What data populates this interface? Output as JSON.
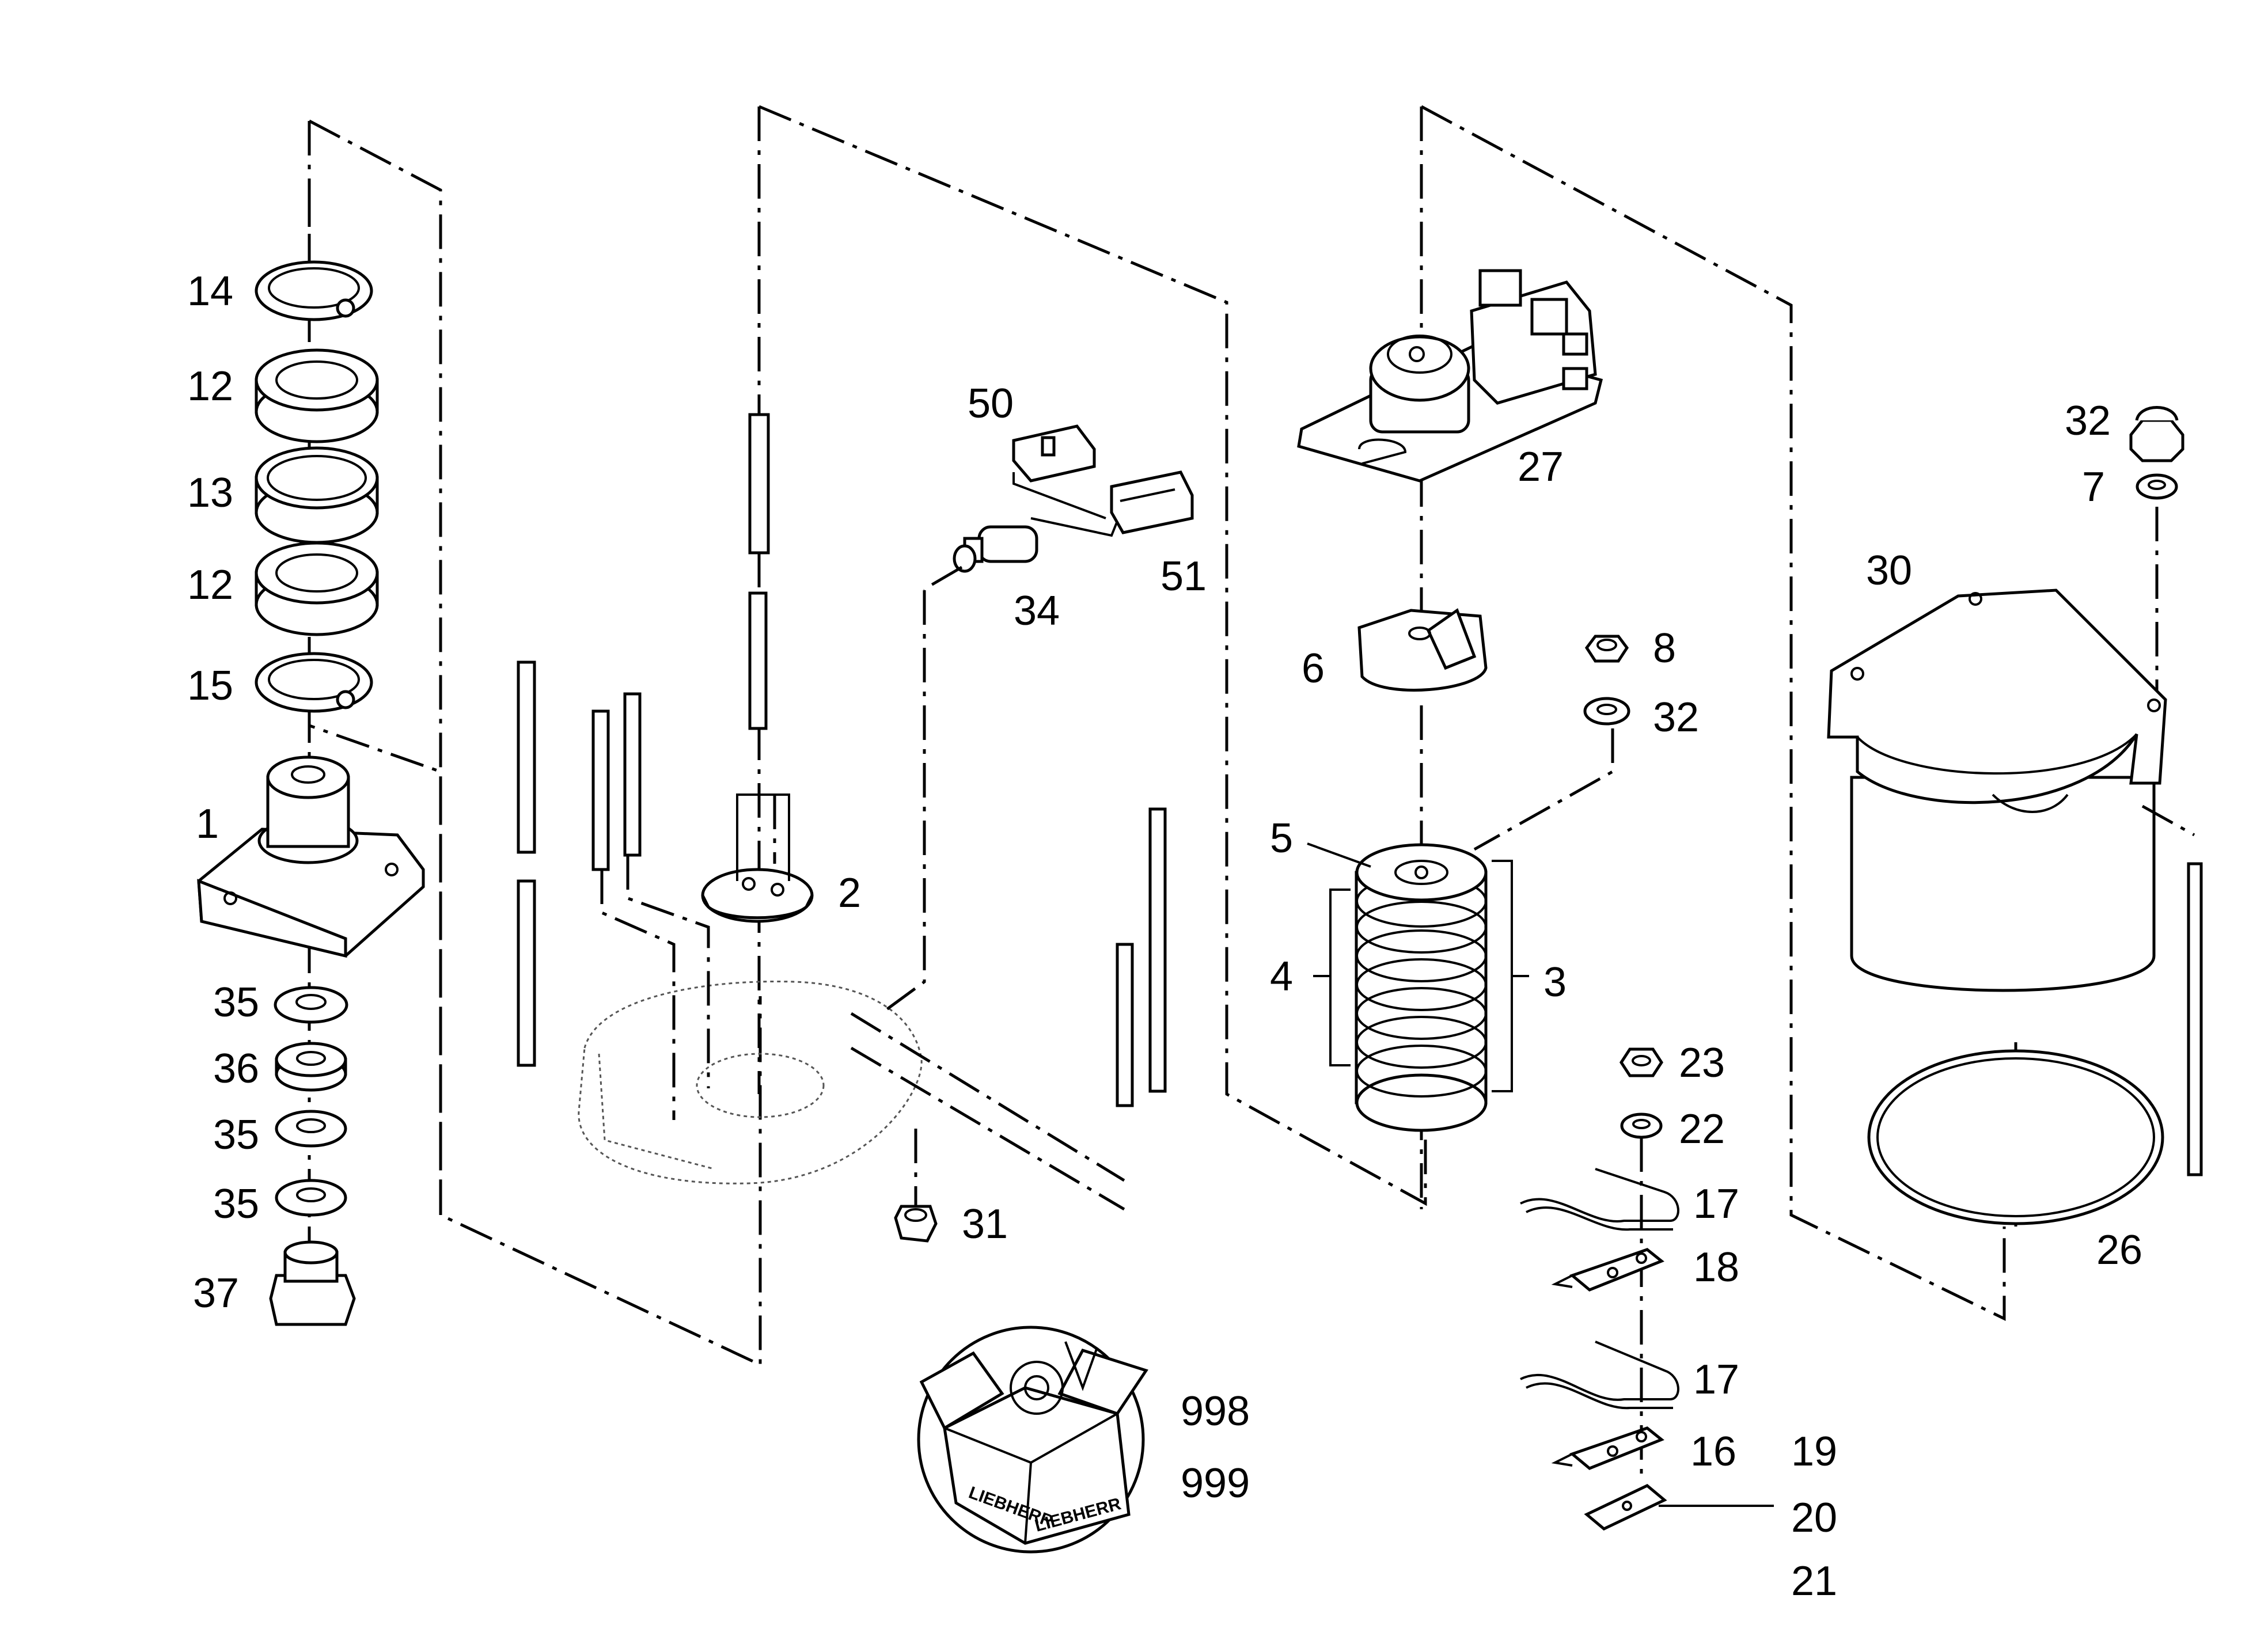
{
  "labels": {
    "p14": "14",
    "p12a": "12",
    "p13": "13",
    "p12b": "12",
    "p15": "15",
    "p1": "1",
    "p35a": "35",
    "p36": "36",
    "p35b": "35",
    "p35c": "35",
    "p37": "37",
    "p2": "2",
    "p50": "50",
    "p51": "51",
    "p34": "34",
    "p31": "31",
    "p27": "27",
    "p6": "6",
    "p8": "8",
    "p32a": "32",
    "p5": "5",
    "p4": "4",
    "p3": "3",
    "p23": "23",
    "p22": "22",
    "p17a": "17",
    "p18": "18",
    "p17b": "17",
    "p16": "16",
    "p19": "19",
    "p20": "20",
    "p21": "21",
    "p32b": "32",
    "p7": "7",
    "p30": "30",
    "p26": "26",
    "p998": "998",
    "p999": "999"
  },
  "kit_box": {
    "brand": "LIEBHERR"
  }
}
